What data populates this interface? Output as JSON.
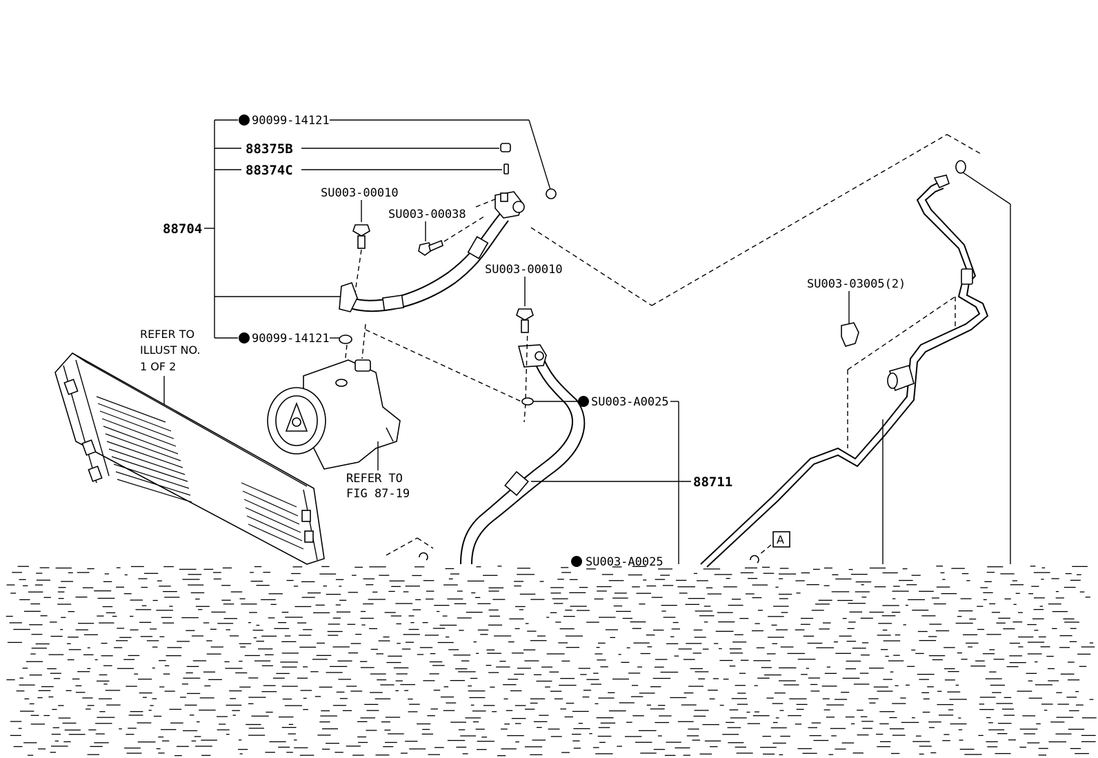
{
  "diagram": {
    "callouts": {
      "c_90099_top": "90099-14121",
      "c_88375B": "88375B",
      "c_88374C": "88374C",
      "c_88704": "88704",
      "c_su_00010_a": "SU003-00010",
      "c_su_00038": "SU003-00038",
      "c_su_00010_b": "SU003-00010",
      "c_su_03005": "SU003-03005(2)",
      "c_90099_mid": "90099-14121",
      "c_su_a0025": "SU003-A0025",
      "c_88711": "88711",
      "c_su_a0025_partial": "SU003-A0025",
      "c_box_a": "A"
    },
    "refer_illust": [
      "REFER TO",
      "ILLUST NO.",
      "1 OF 2"
    ],
    "refer_fig": [
      "REFER TO",
      "FIG 87-19"
    ]
  }
}
